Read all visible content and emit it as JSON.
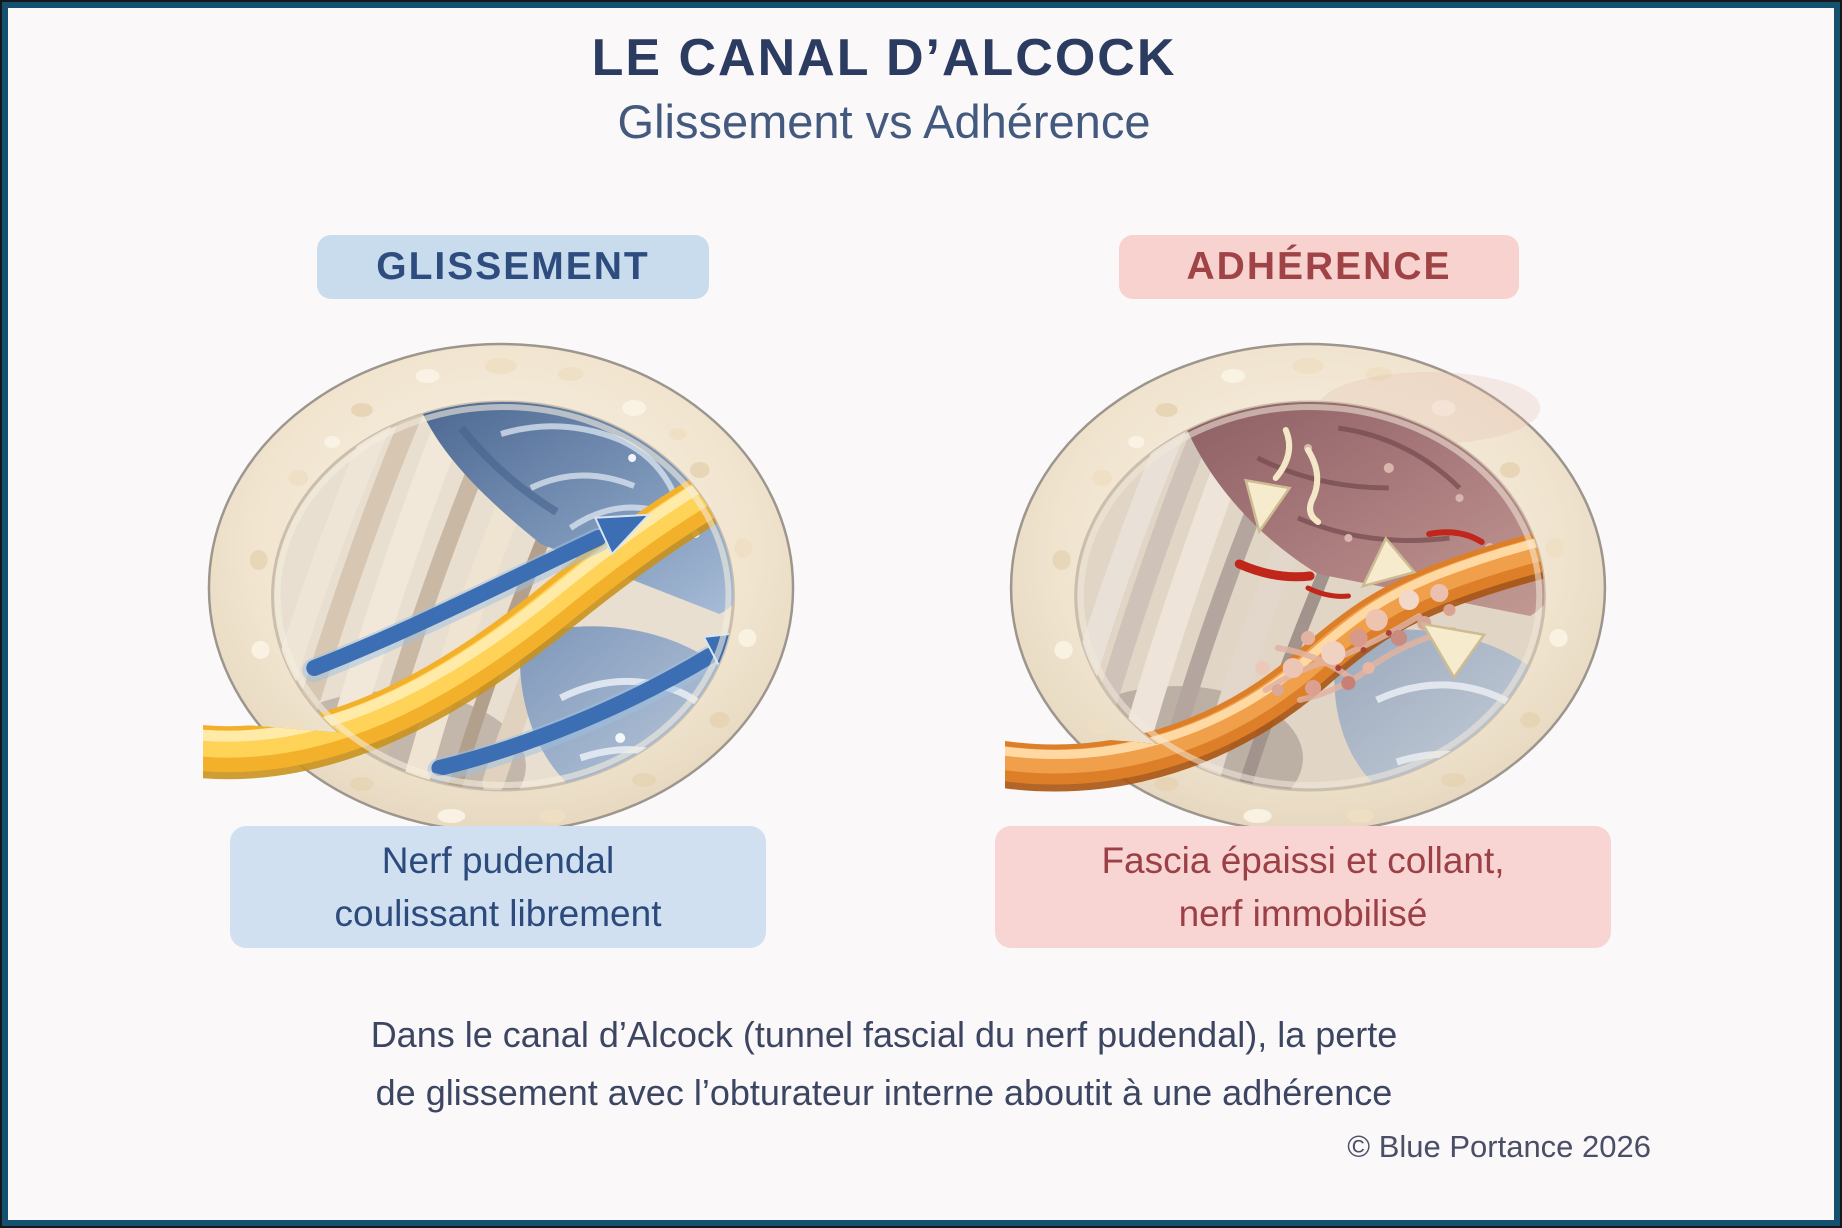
{
  "header": {
    "title": "LE CANAL D’ALCOCK",
    "subtitle": "Glissement vs Adhérence"
  },
  "left_panel": {
    "badge": "GLISSEMENT",
    "caption": {
      "line1": "Nerf pudendal",
      "line2": "coulissant librement"
    }
  },
  "right_panel": {
    "badge": "ADHÉRENCE",
    "caption": {
      "line1": "Fascia épaissi et collant,",
      "line2": "nerf immobilisé"
    }
  },
  "footer": {
    "line1": "Dans le canal d’Alcock (tunnel fascial du nerf pudendal), la perte",
    "line2": "de glissement avec l’obturateur interne aboutit à une adhérence",
    "credit": "© Blue Portance 2026"
  },
  "colors": {
    "frame_border": "#15506e",
    "background": "#faf8f9",
    "title_text": "#2c3c61",
    "subtitle_text": "#43597d",
    "glissement_badge_bg": "#c9dcee",
    "glissement_badge_text": "#2e4d7e",
    "adherence_badge_bg": "#f7d2cf",
    "adherence_badge_text": "#a04347",
    "caption_blue_bg": "#d0e0f1",
    "caption_blue_text": "#2c4a7c",
    "caption_pink_bg": "#f8d5d2",
    "caption_pink_text": "#9c4047",
    "footer_text": "#3c4662",
    "healthy_nerve": "#f3b02a",
    "adhered_nerve": "#dd7f28",
    "glide_arrow": "#3c6eb4",
    "adhesion_marker": "#f6eccd",
    "bone": "#f1e5d0",
    "fascia_blue": "#7b95b8",
    "inflamed_fascia": "#a97a7c"
  }
}
